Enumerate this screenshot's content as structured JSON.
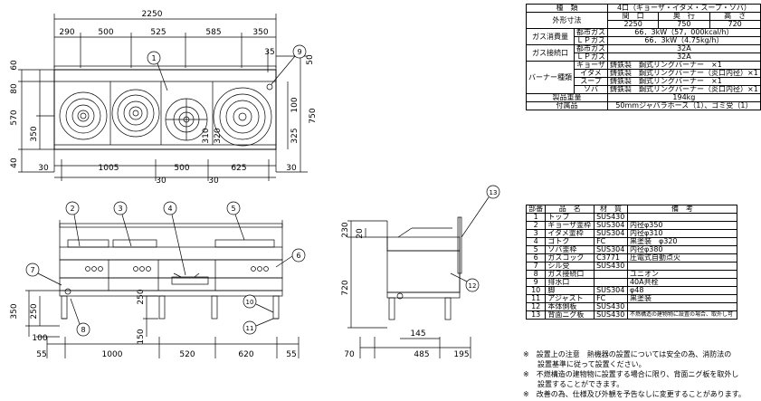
{
  "top_view": {
    "overall_width": "2250",
    "segments": [
      "290",
      "500",
      "525",
      "585",
      "350"
    ],
    "right_dims": [
      "35",
      "50"
    ],
    "left_heights": [
      "60",
      "80",
      "570",
      "350",
      "40"
    ],
    "right_heights": [
      "100",
      "325",
      "750"
    ],
    "bottom_dims": [
      "30",
      "1005",
      "500",
      "625",
      "30"
    ],
    "bottom_dims2": [
      "30",
      "30"
    ],
    "inner_dims": [
      "310",
      "320"
    ],
    "callouts": [
      "1",
      "9"
    ]
  },
  "front_view": {
    "left_dims": [
      "350",
      "250",
      "100"
    ],
    "mid_dims": [
      "250",
      "150"
    ],
    "bottom_dims": [
      "55",
      "1000",
      "520",
      "620",
      "55"
    ],
    "callouts": [
      "2",
      "3",
      "4",
      "5",
      "6",
      "7",
      "8",
      "10",
      "11"
    ]
  },
  "side_view": {
    "left_dims": [
      "230",
      "20",
      "720"
    ],
    "bottom_dims": [
      "70",
      "485",
      "195"
    ],
    "inner_dim": "145",
    "callouts": [
      "12",
      "13"
    ]
  },
  "spec_table": {
    "type_label": "種　類",
    "type_value": "4口（ギョーザ・イタメ・スープ・ソバ）",
    "outer_label": "外形寸法",
    "outer_headers": [
      "間　口",
      "奥　行",
      "高　さ"
    ],
    "outer_values": [
      "2250",
      "750",
      "720"
    ],
    "gas_consumption_label": "ガス消費量",
    "city_gas": "都市ガス",
    "lp_gas": "ＬＰガス",
    "city_consumption": "66．3kW（57，000kcal/h）",
    "lp_consumption": "66．3kW（4.75kg/h）",
    "gas_connection_label": "ガス接続口",
    "city_connection": "32A",
    "lp_connection": "32A",
    "burner_label": "バーナー種類",
    "burners": [
      {
        "name": "ギョーザ",
        "spec": "鋳鉄製　鋼式リングバーナー　×1"
      },
      {
        "name": "イタメ",
        "spec": "鋳鉄製　鋼式リングバーナー（炎口内径）×1"
      },
      {
        "name": "スープ",
        "spec": "鋳鉄製　鋼式リングバーナー　×1"
      },
      {
        "name": "ソバ",
        "spec": "鋳鉄製　鋼式リングバーナー（炎口内径）×1"
      }
    ],
    "weight_label": "製品重量",
    "weight_value": "194kg",
    "accessories_label": "付属品",
    "accessories_value": "50mmジャバラホース（1）、ゴミ受（1）"
  },
  "parts_table": {
    "headers": [
      "部番",
      "品　名",
      "材　質",
      "備　考"
    ],
    "rows": [
      [
        "1",
        "トップ",
        "SUS430",
        ""
      ],
      [
        "2",
        "ギョーザ釜枠",
        "SUS304",
        "内径φ350"
      ],
      [
        "3",
        "イタメ釜枠",
        "SUS304",
        "内径φ310"
      ],
      [
        "4",
        "ゴトク",
        "FC",
        "黒塗装　φ320"
      ],
      [
        "5",
        "ソバ釜枠",
        "SUS304",
        "内径φ380"
      ],
      [
        "6",
        "ガスコック",
        "C3771",
        "圧電式自動点火"
      ],
      [
        "7",
        "シル受",
        "SUS430",
        ""
      ],
      [
        "8",
        "ガス接続口",
        "",
        "ユニオン"
      ],
      [
        "9",
        "排水口",
        "",
        "40A共栓"
      ],
      [
        "10",
        "脚",
        "SUS304",
        "φ48"
      ],
      [
        "11",
        "アジャスト",
        "FC",
        "黒塗装"
      ],
      [
        "12",
        "本体側板",
        "SUS430",
        ""
      ],
      [
        "13",
        "背面ニグ板",
        "SUS430",
        "不燃構造の建物物に設置の場合、取外し可"
      ]
    ]
  },
  "notes": [
    "※　設置上の注意　熱機器の設置については安全の為、消防法の",
    "　　設置基準に従って設置ください。",
    "※　不燃構造の建物物に設置する場合に限り、背面ニグ板を取外し",
    "　　設置することができます。",
    "※　改善の為、仕様及び外観を予告なしに変更することがあります。"
  ]
}
